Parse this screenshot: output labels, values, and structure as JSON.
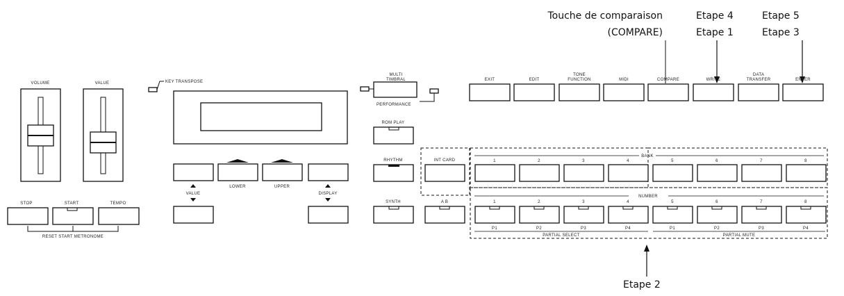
{
  "annotations": {
    "compare_line1": "Touche de comparaison",
    "compare_line2": "(COMPARE)",
    "etape4": "Etape 4",
    "etape1": "Etape 1",
    "etape5": "Etape 5",
    "etape3": "Etape 3",
    "etape2": "Etape 2"
  },
  "sliders": {
    "volume": "VOLUME",
    "value": "VALUE"
  },
  "transport": {
    "stop": "STOP",
    "start": "START",
    "tempo": "TEMPO",
    "group_label": "RESET START METRONOME"
  },
  "key_transpose": "KEY TRANSPOSE",
  "nav": {
    "value": "VALUE",
    "lower": "LOWER",
    "upper": "UPPER",
    "display": "DISPLAY"
  },
  "mode": {
    "multi_timbral": "MULTI TIMBRAL",
    "performance": "PERFORMANCE",
    "rom_play": "ROM PLAY",
    "rhythm": "RHYTHM",
    "synth": "SYNTH",
    "int_card": "INT CARD",
    "a_b": "A  B"
  },
  "top_buttons": [
    "EXIT",
    "EDIT",
    "TONE FUNCTION",
    "MIDI",
    "COMPARE",
    "WRITE",
    "DATA TRANSFER",
    "ENTER"
  ],
  "bank": {
    "label": "BANK",
    "buttons": [
      "1",
      "2",
      "3",
      "4",
      "5",
      "6",
      "7",
      "8"
    ]
  },
  "number": {
    "label": "NUMBER",
    "buttons": [
      "1",
      "2",
      "3",
      "4",
      "5",
      "6",
      "7",
      "8"
    ]
  },
  "partial": {
    "under": [
      "P1",
      "P2",
      "P3",
      "P4",
      "P1",
      "P2",
      "P3",
      "P4"
    ],
    "select": "PARTIAL SELECT",
    "mute": "PARTIAL MUTE"
  }
}
